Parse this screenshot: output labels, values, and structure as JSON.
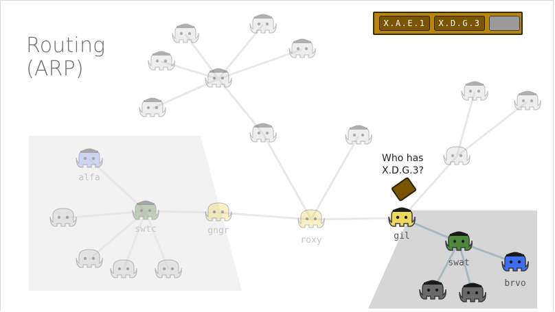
{
  "slide": {
    "title_line1": "Routing",
    "title_line2": "(ARP)"
  },
  "packet_header": {
    "source": "X.A.E.1",
    "destination": "X.D.G.3"
  },
  "question": {
    "line1": "Who has",
    "line2": "X.D.G.3?"
  },
  "colors": {
    "title": "#6e6e6e",
    "faded_zone": "#f2f2f2",
    "active_zone": "#d6d6d6",
    "faded_link": "#e8e8e8",
    "active_link": "#a8b8c0",
    "packet": "#7a5400",
    "header_frame": "#b8860b",
    "node_alfa": "#8aa0f0",
    "node_yellow": "#ecd85a",
    "node_swat": "#4e8a3c",
    "node_brvo": "#3d6ef0",
    "node_gray": "#6a6a6a"
  },
  "nodes": [
    {
      "id": "top",
      "label": "",
      "color": "#d0d0d0",
      "faded": true,
      "hat": true
    },
    {
      "id": "t1",
      "label": "",
      "color": "#d0d0d0",
      "faded": true,
      "hat": true
    },
    {
      "id": "t2",
      "label": "",
      "color": "#d0d0d0",
      "faded": true,
      "hat": true
    },
    {
      "id": "t3",
      "label": "",
      "color": "#d0d0d0",
      "faded": true,
      "hat": true
    },
    {
      "id": "t4",
      "label": "",
      "color": "#d0d0d0",
      "faded": true,
      "hat": true
    },
    {
      "id": "t5",
      "label": "",
      "color": "#d0d0d0",
      "faded": true,
      "hat": true
    },
    {
      "id": "mid",
      "label": "",
      "color": "#d0d0d0",
      "faded": true,
      "hat": true
    },
    {
      "id": "mid2",
      "label": "",
      "color": "#d0d0d0",
      "faded": true,
      "hat": false
    },
    {
      "id": "r1",
      "label": "",
      "color": "#d0d0d0",
      "faded": true,
      "hat": true
    },
    {
      "id": "r2",
      "label": "",
      "color": "#d0d0d0",
      "faded": true,
      "hat": true
    },
    {
      "id": "r3",
      "label": "",
      "color": "#d0d0d0",
      "faded": true,
      "hat": true
    },
    {
      "id": "alfa",
      "label": "alfa",
      "color": "#8aa0f0",
      "faded": true,
      "hat": true
    },
    {
      "id": "swtc",
      "label": "swtc",
      "color": "#6a8a5a",
      "faded": true,
      "hat": true
    },
    {
      "id": "gngr",
      "label": "gngr",
      "color": "#ecd85a",
      "faded": true,
      "hat": false
    },
    {
      "id": "roxy",
      "label": "roxy",
      "color": "#ecd85a",
      "faded": true,
      "hat": false
    },
    {
      "id": "l1",
      "label": "",
      "color": "#c8c8c8",
      "faded": true,
      "hat": false
    },
    {
      "id": "l2",
      "label": "",
      "color": "#c8c8c8",
      "faded": true,
      "hat": false
    },
    {
      "id": "l3",
      "label": "",
      "color": "#c8c8c8",
      "faded": true,
      "hat": false
    },
    {
      "id": "l4",
      "label": "",
      "color": "#c8c8c8",
      "faded": true,
      "hat": false
    },
    {
      "id": "gil",
      "label": "gil",
      "color": "#ecd85a",
      "faded": false,
      "hat": true
    },
    {
      "id": "swat",
      "label": "swat",
      "color": "#4e8a3c",
      "faded": false,
      "hat": true
    },
    {
      "id": "brvo",
      "label": "brvo",
      "color": "#3d6ef0",
      "faded": false,
      "hat": true
    },
    {
      "id": "g1",
      "label": "",
      "color": "#6a6a6a",
      "faded": false,
      "hat": true
    },
    {
      "id": "g2",
      "label": "",
      "color": "#6a6a6a",
      "faded": false,
      "hat": true
    }
  ],
  "links": [
    [
      "top",
      "t1"
    ],
    [
      "top",
      "t2"
    ],
    [
      "top",
      "t3"
    ],
    [
      "top",
      "t4"
    ],
    [
      "top",
      "t5"
    ],
    [
      "top",
      "mid"
    ],
    [
      "mid",
      "roxy"
    ],
    [
      "roxy",
      "r1"
    ],
    [
      "roxy",
      "gngr"
    ],
    [
      "roxy",
      "gil"
    ],
    [
      "gil",
      "mid2"
    ],
    [
      "mid2",
      "r2"
    ],
    [
      "mid2",
      "r3"
    ],
    [
      "gngr",
      "swtc"
    ],
    [
      "swtc",
      "alfa"
    ],
    [
      "swtc",
      "l1"
    ],
    [
      "swtc",
      "l2"
    ],
    [
      "swtc",
      "l3"
    ],
    [
      "swtc",
      "l4"
    ],
    [
      "gil",
      "swat"
    ],
    [
      "swat",
      "brvo"
    ],
    [
      "swat",
      "g1"
    ],
    [
      "swat",
      "g2"
    ]
  ]
}
